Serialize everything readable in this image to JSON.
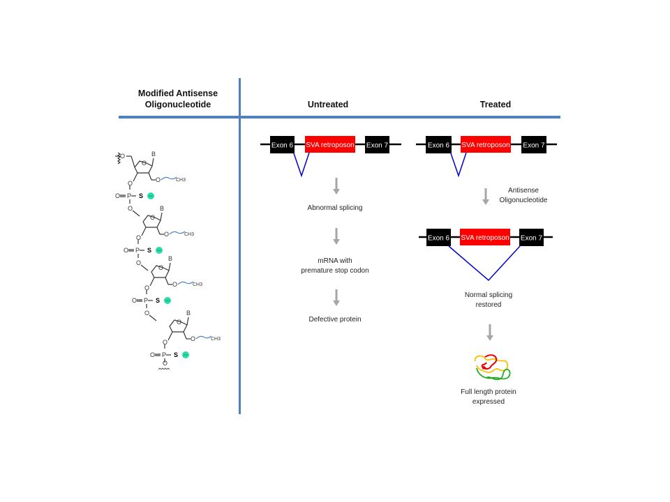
{
  "headers": {
    "left": [
      "Modified Antisense",
      "Oligonucleotide"
    ],
    "untreated": "Untreated",
    "treated": "Treated"
  },
  "gene": {
    "exon_left": "Exon 6",
    "insert": "SVA retroposon",
    "exon_right": "Exon 7"
  },
  "untreated_steps": [
    {
      "lines": [
        "Abnormal splicing"
      ]
    },
    {
      "lines": [
        "mRNA with",
        "premature stop codon"
      ]
    },
    {
      "lines": [
        "Defective protein"
      ]
    }
  ],
  "treated_steps": {
    "treatment": [
      "Antisense",
      "Oligonucleotide"
    ],
    "splicing": [
      "Normal splicing",
      "restored"
    ],
    "result": [
      "Full length protein",
      "expressed"
    ]
  },
  "chemistry": {
    "base": "B",
    "sulfur": "S",
    "oxygen": "O",
    "phosphorus": "P",
    "methyl": "CH3",
    "charge": "−"
  },
  "colors": {
    "divider": "#4f81bd",
    "exon": "#000000",
    "insert": "#ff0000",
    "splice_line": "#0000cc",
    "arrow": "#a6a6a6",
    "charge_badge": "#2fd9b0"
  }
}
